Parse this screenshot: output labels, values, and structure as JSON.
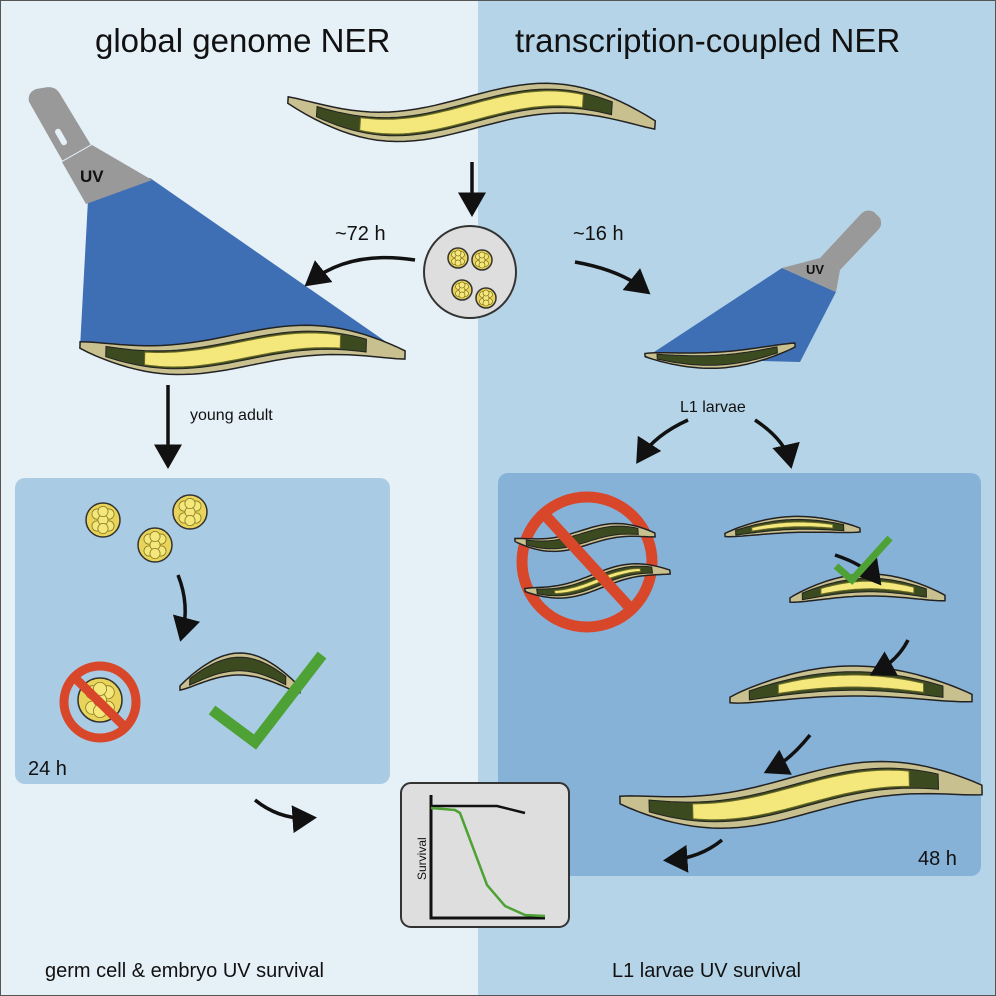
{
  "left_panel": {
    "title": "global genome NER",
    "timing": "~72 h",
    "stage": "young adult",
    "box_time": "24 h",
    "footer": "germ cell & embryo UV survival",
    "uv_label": "UV"
  },
  "right_panel": {
    "title": "transcription-coupled NER",
    "timing": "~16 h",
    "stage": "L1 larvae",
    "box_time": "48 h",
    "footer": "L1 larvae UV survival",
    "uv_label": "UV"
  },
  "survival_chart": {
    "ylabel": "Survival"
  },
  "colors": {
    "left_bg": "#e5f0f7",
    "right_bg": "#b5d4e7",
    "left_box": "#a9cbe3",
    "right_box": "#87b2d8",
    "uv_beam": "#3e6fb4",
    "prohibit": "#d9472b",
    "check": "#4ea235",
    "worm_body": "#c9c08f",
    "worm_gut": "#3c4a1f",
    "germline": "#f4e77c"
  }
}
